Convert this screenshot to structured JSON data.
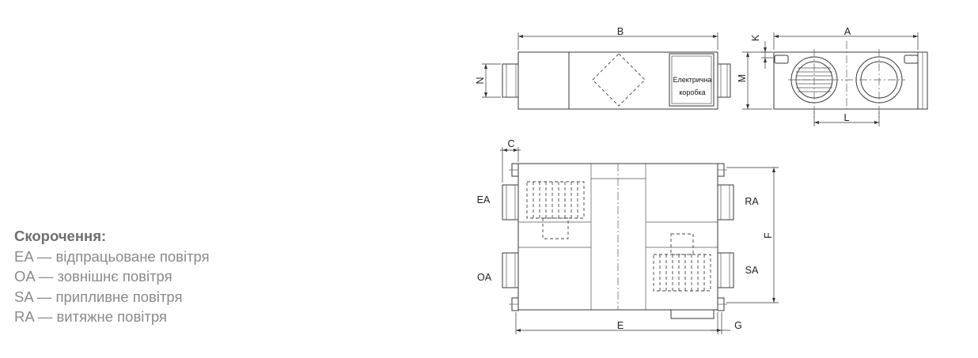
{
  "legend": {
    "title": "Скорочення:",
    "items": [
      "EA — відпрацьоване повітря",
      "OA — зовнішнє повітря",
      "SA — припливне повітря",
      "RA — витяжне повітря"
    ]
  },
  "front_view": {
    "dim_b": "B",
    "dim_n": "N",
    "box_label_line1": "Електрична",
    "box_label_line2": "коробка"
  },
  "side_view": {
    "dim_a": "A",
    "dim_k": "K",
    "dim_m": "M",
    "dim_l": "L"
  },
  "top_view": {
    "dim_c": "C",
    "dim_e": "E",
    "dim_g": "G",
    "dim_f": "F",
    "port_ea": "EA",
    "port_oa": "OA",
    "port_ra": "RA",
    "port_sa": "SA"
  }
}
